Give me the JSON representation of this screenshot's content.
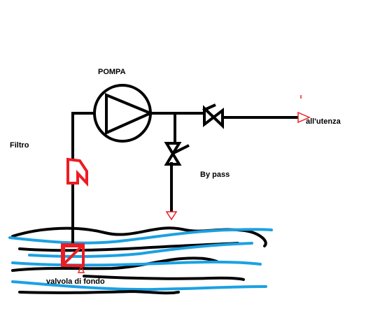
{
  "labels": {
    "pump": "POMPA",
    "filter": "Filtro",
    "to_user": "all'utenza",
    "bypass": "By pass",
    "foot_valve": "valvola di fondo"
  },
  "colors": {
    "pipe": "#000000",
    "filter": "#ed1c24",
    "arrow": "#ed1c24",
    "water_blue": "#1ba1e2",
    "water_dark": "#000000",
    "background": "#ffffff"
  }
}
